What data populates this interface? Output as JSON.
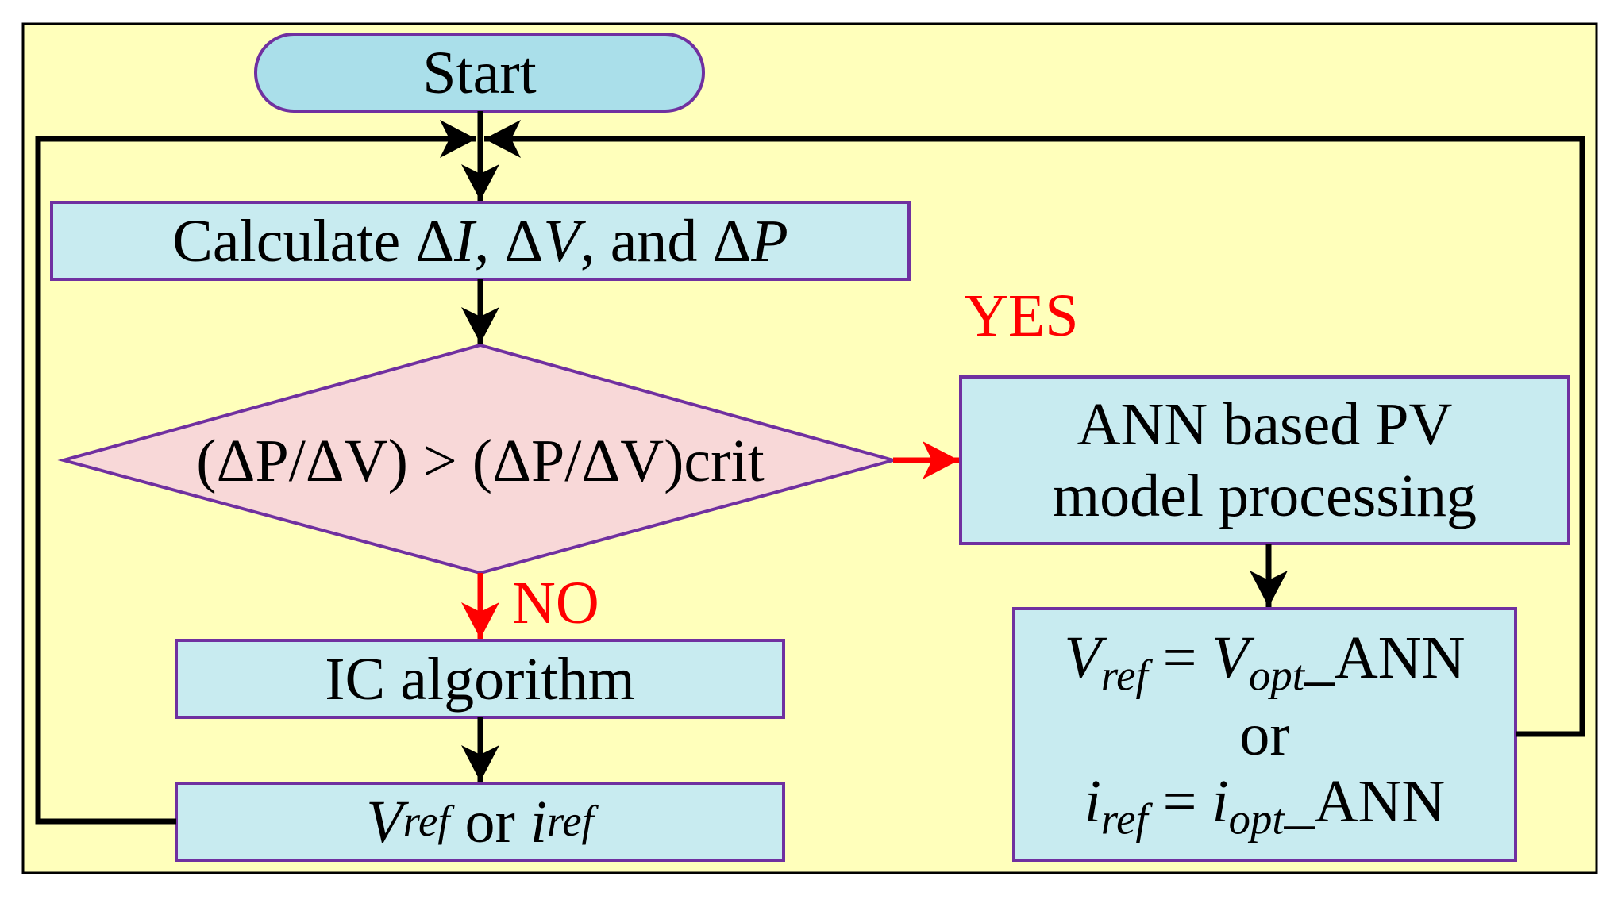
{
  "nodes": {
    "start": "Start",
    "calculate": {
      "prefix": "Calculate ",
      "d1": "Δ",
      "v1": "I",
      "sep1": ", ",
      "d2": "Δ",
      "v2": "V",
      "sep2": ", and ",
      "d3": "Δ",
      "v3": "P"
    },
    "decision": "(ΔP/ΔV) > (ΔP/ΔV)crit",
    "ic": "IC algorithm",
    "vref_or_iref": {
      "v": "V",
      "vsub": "ref",
      "or": " or ",
      "i": "i",
      "isub": "ref"
    },
    "ann": {
      "line1": "ANN based PV",
      "line2": "model processing"
    },
    "ann_output": {
      "v": "V",
      "vsub": "ref",
      "eq": " = ",
      "vopt": "V",
      "voptsub": "opt",
      "vann": "_ANN",
      "or": "or",
      "i": "i",
      "isub": "ref",
      "ieq": " = ",
      "iopt": "i",
      "ioptsub": "opt",
      "iann": "_ANN"
    }
  },
  "branch_labels": {
    "yes": "YES",
    "no": "NO"
  },
  "colors": {
    "background": "#ffffbb",
    "process_fill": "#c8ebf0",
    "terminal_fill": "#aadfea",
    "decision_fill": "#f8d8d8",
    "shape_border": "#7030a0",
    "arrow_black": "#000000",
    "arrow_red": "#ff0000"
  }
}
